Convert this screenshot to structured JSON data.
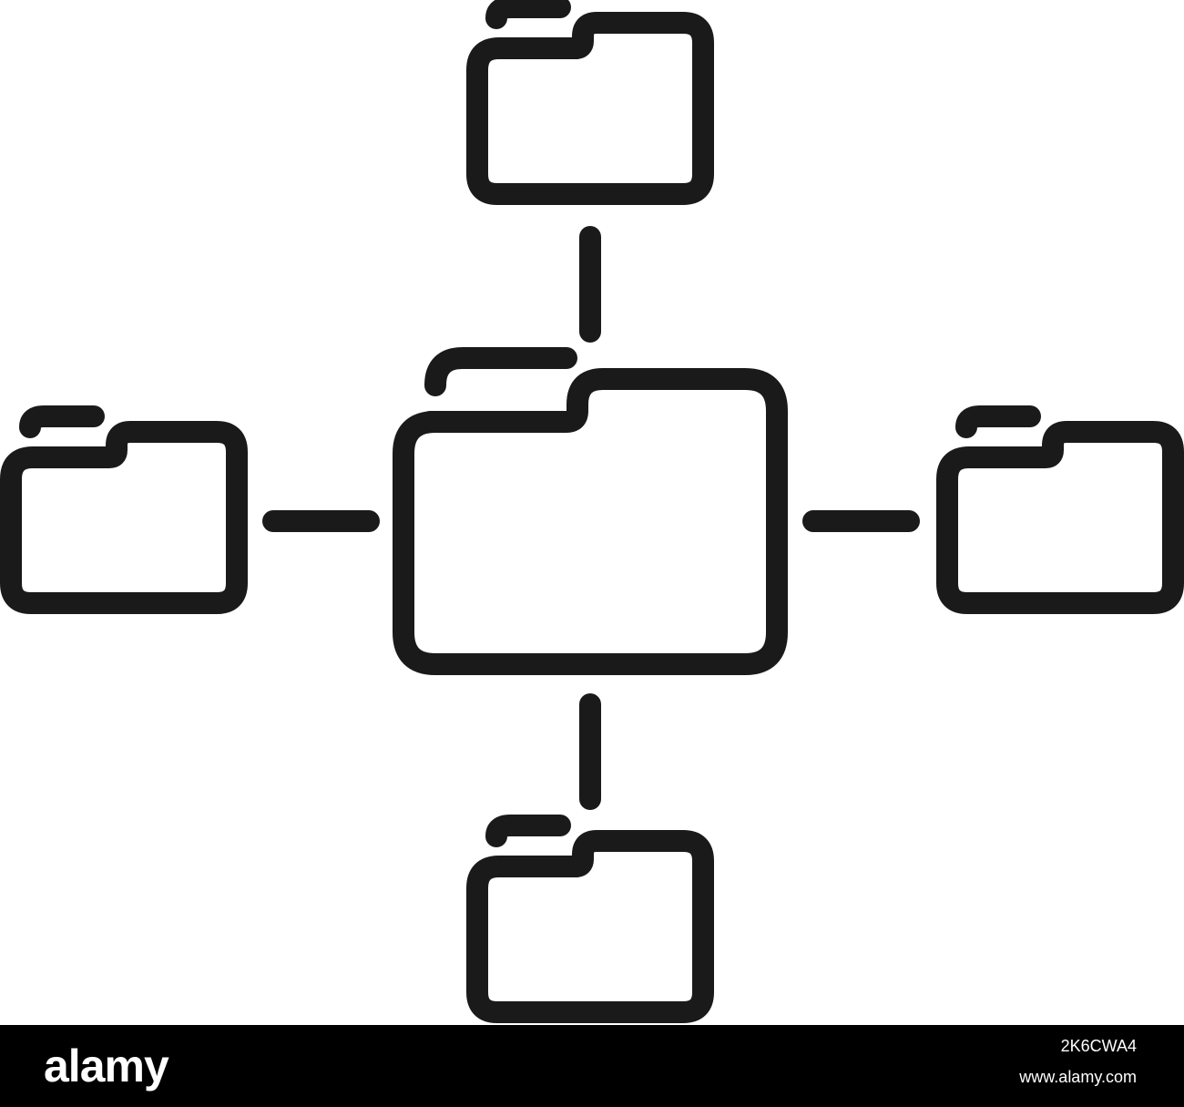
{
  "diagram": {
    "description_nodes": [
      "center-folder",
      "top-folder",
      "left-folder",
      "right-folder",
      "bottom-folder"
    ],
    "connections": [
      "top",
      "left",
      "right",
      "bottom"
    ],
    "stroke_color": "#1a1a1a",
    "background_color": "#ffffff"
  },
  "watermark": {
    "brand": "alamy",
    "image_id": "2K6CWA4",
    "url": "www.alamy.com",
    "bar_color": "#000000",
    "text_color": "#ffffff"
  }
}
